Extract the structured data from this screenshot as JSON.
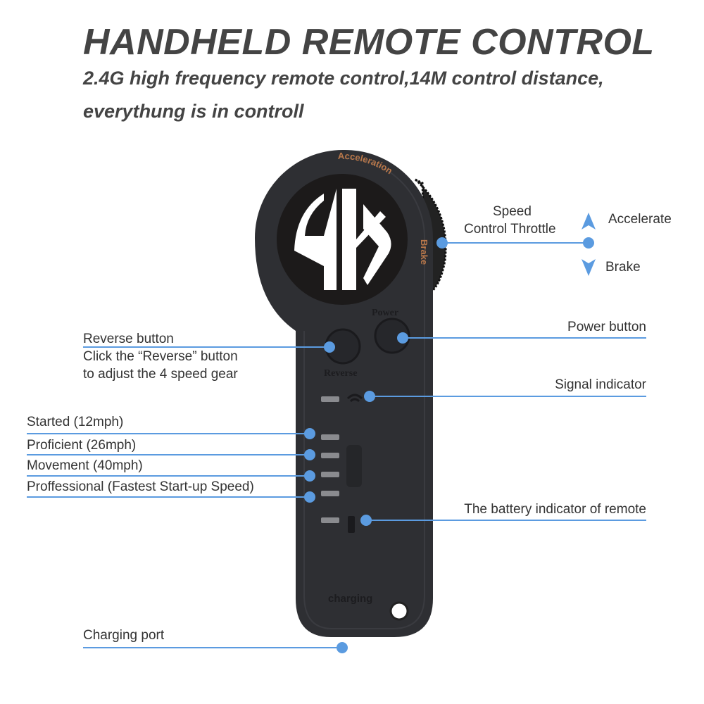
{
  "title": "HANDHELD REMOTE CONTROL",
  "subtitle_line1": "2.4G high frequency remote control,14M control distance,",
  "subtitle_line2": "everythung is in controll",
  "device_labels": {
    "acceleration": "Acceleration",
    "brake": "Brake",
    "power": "Power",
    "reverse": "Reverse",
    "charging": "charging"
  },
  "logo_text": "DK",
  "callouts": {
    "throttle_line1": "Speed",
    "throttle_line2": "Control Throttle",
    "accelerate": "Accelerate",
    "brake": "Brake",
    "power_button": "Power button",
    "reverse_button": "Reverse button",
    "reverse_desc1": "Click the “Reverse” button",
    "reverse_desc2": "to adjust the 4 speed gear",
    "signal_indicator": "Signal indicator",
    "started": "Started (12mph)",
    "proficient": "Proficient (26mph)",
    "movement": "Movement (40mph)",
    "professional": "Proffessional (Fastest Start-up Speed)",
    "battery": "The battery indicator of remote",
    "charging_port": "Charging port"
  },
  "colors": {
    "accent": "#5b9be0",
    "text": "#444444",
    "device": "#2e2f33",
    "device_label": "#b8774a"
  }
}
